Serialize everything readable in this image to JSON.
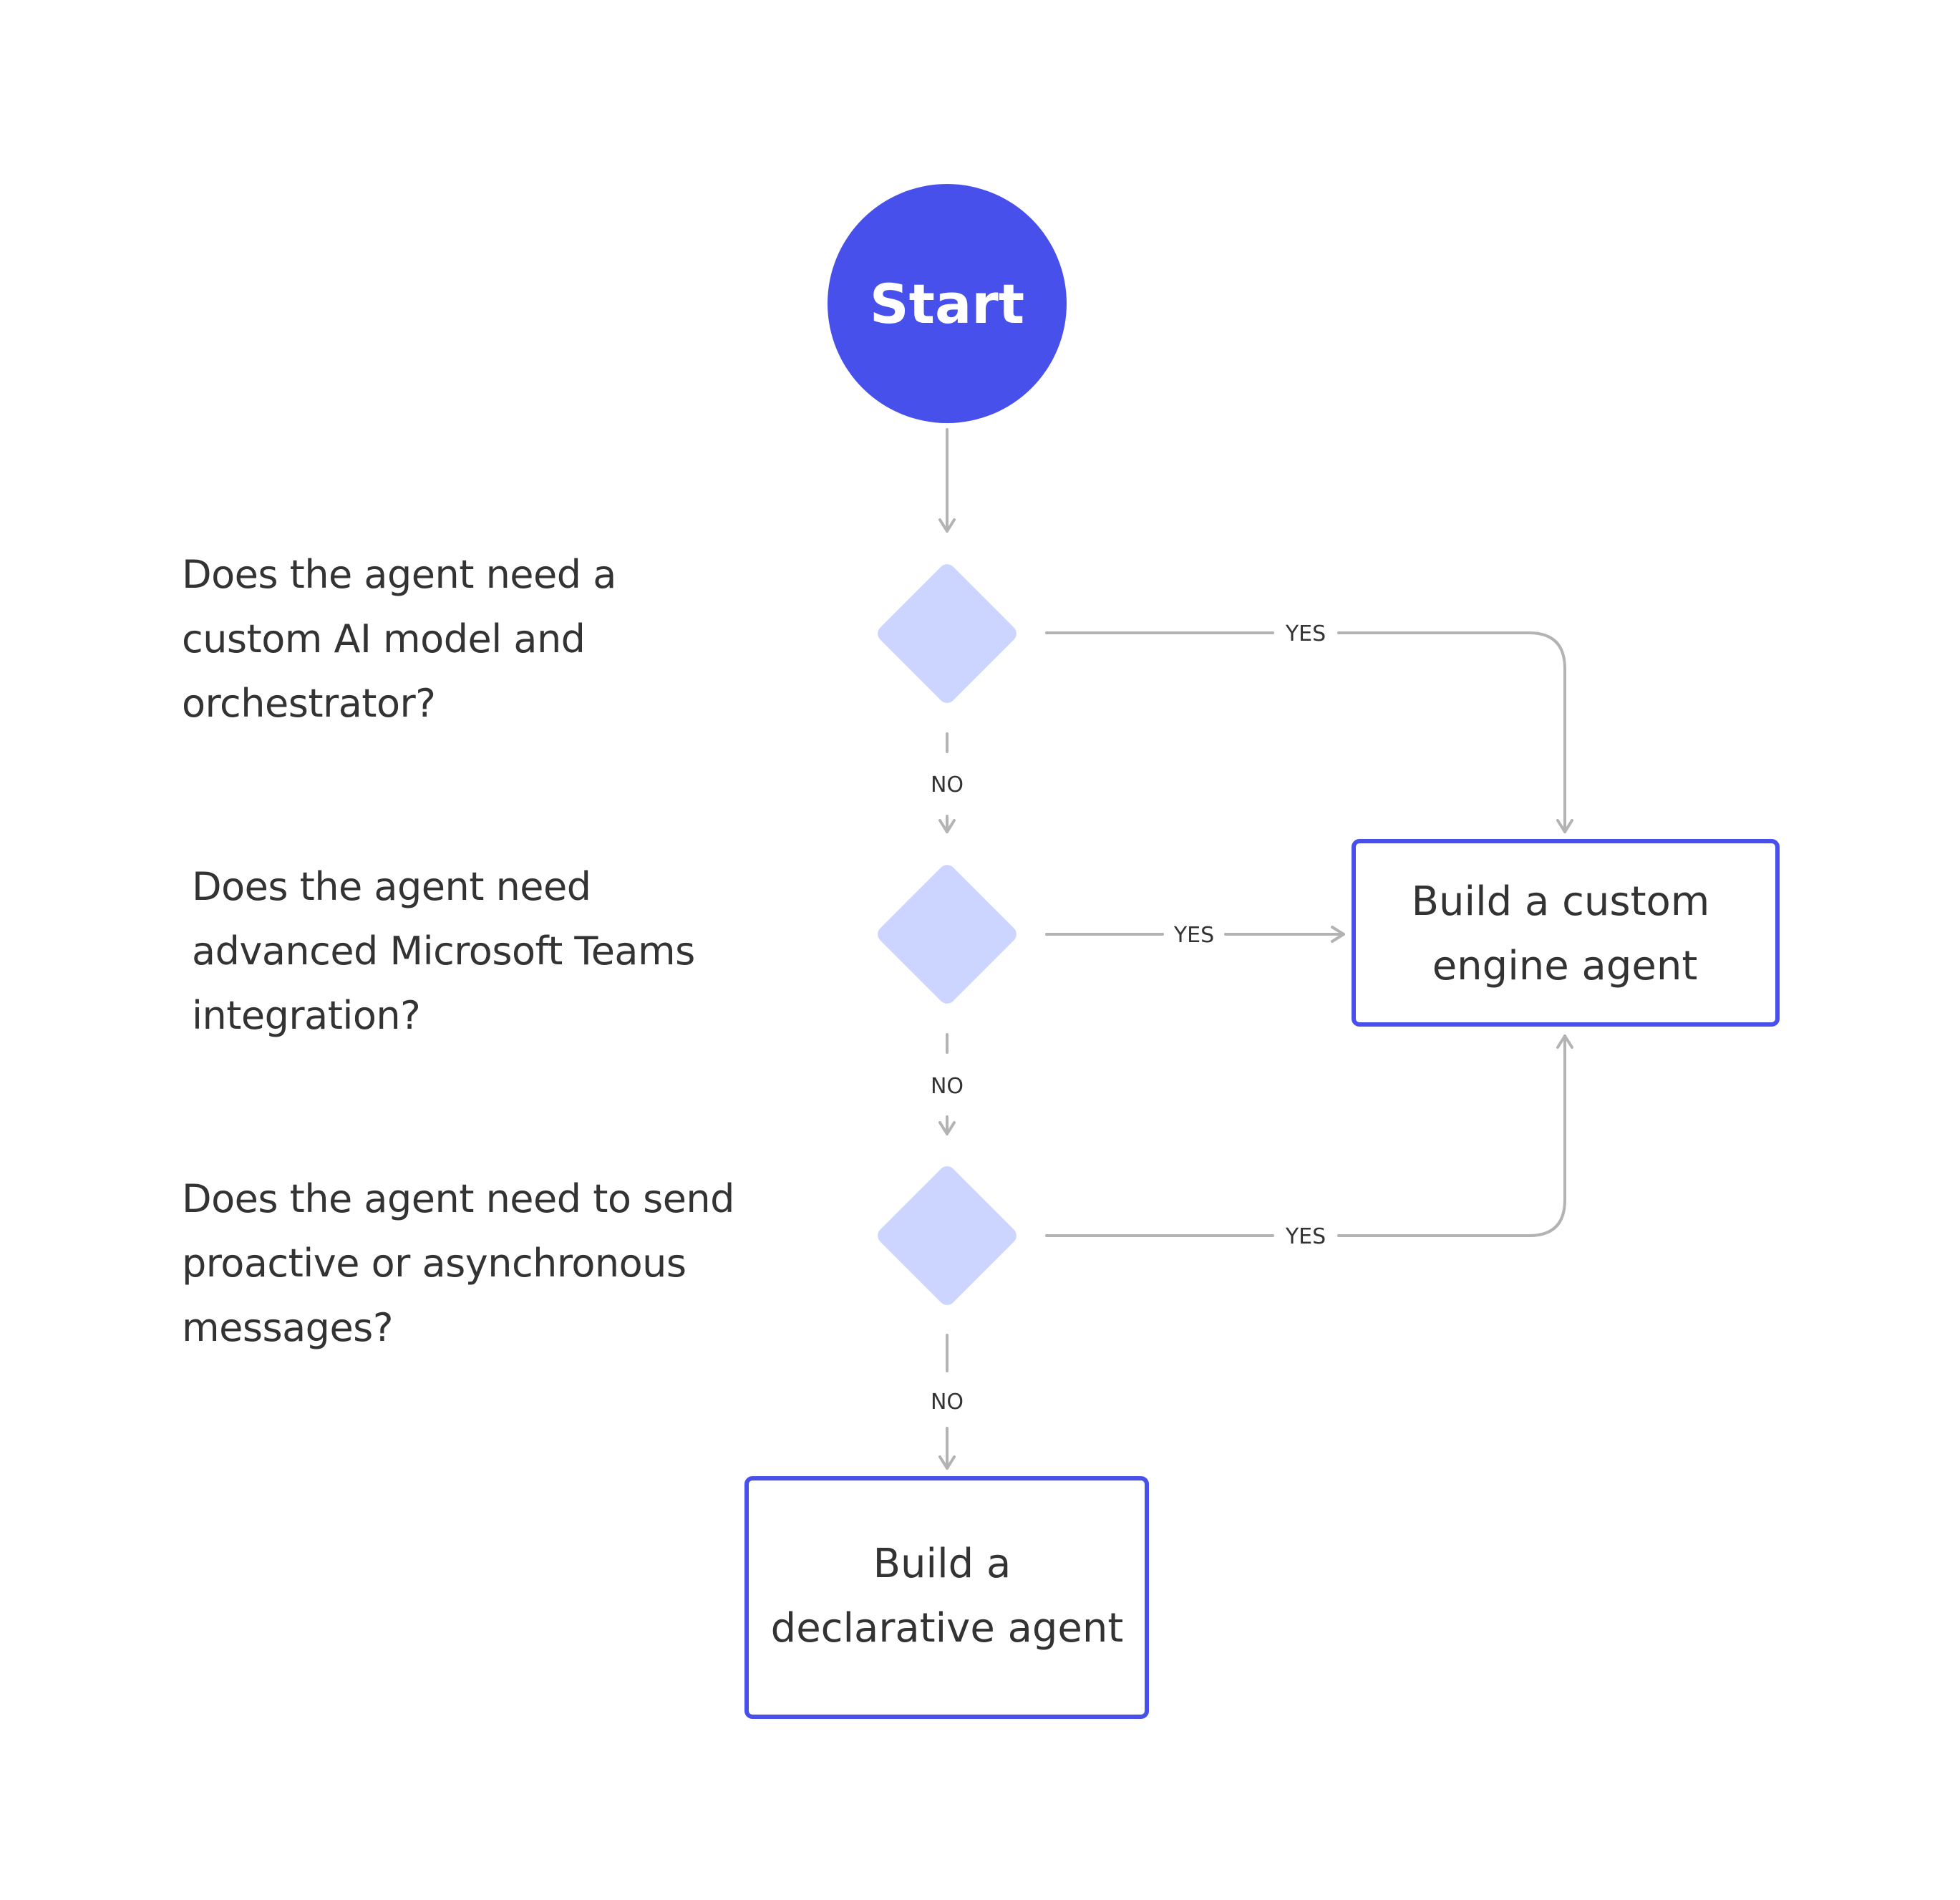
{
  "colors": {
    "start_fill": "#4750ea",
    "decision_fill": "#ccd5ff",
    "box_stroke": "#4750ea",
    "connector": "#b3b3b3",
    "text": "#333333",
    "connector_label": "#333333"
  },
  "nodes": {
    "start": {
      "label": "Start"
    },
    "q1": {
      "lines": [
        "Does the agent need a",
        "custom AI model  and",
        "orchestrator?"
      ]
    },
    "q2": {
      "lines": [
        "Does the agent need",
        "advanced Microsoft Teams",
        "integration?"
      ]
    },
    "q3": {
      "lines": [
        "Does the agent need to send",
        "proactive or asynchronous",
        "messages?"
      ]
    },
    "custom_engine": {
      "lines": [
        "Build a custom",
        "engine agent"
      ]
    },
    "declarative": {
      "lines": [
        "Build a",
        "declarative agent"
      ]
    }
  },
  "edges": {
    "q1_yes": "YES",
    "q1_no": "NO",
    "q2_yes": "YES",
    "q2_no": "NO",
    "q3_yes": "YES",
    "q3_no": "NO"
  }
}
